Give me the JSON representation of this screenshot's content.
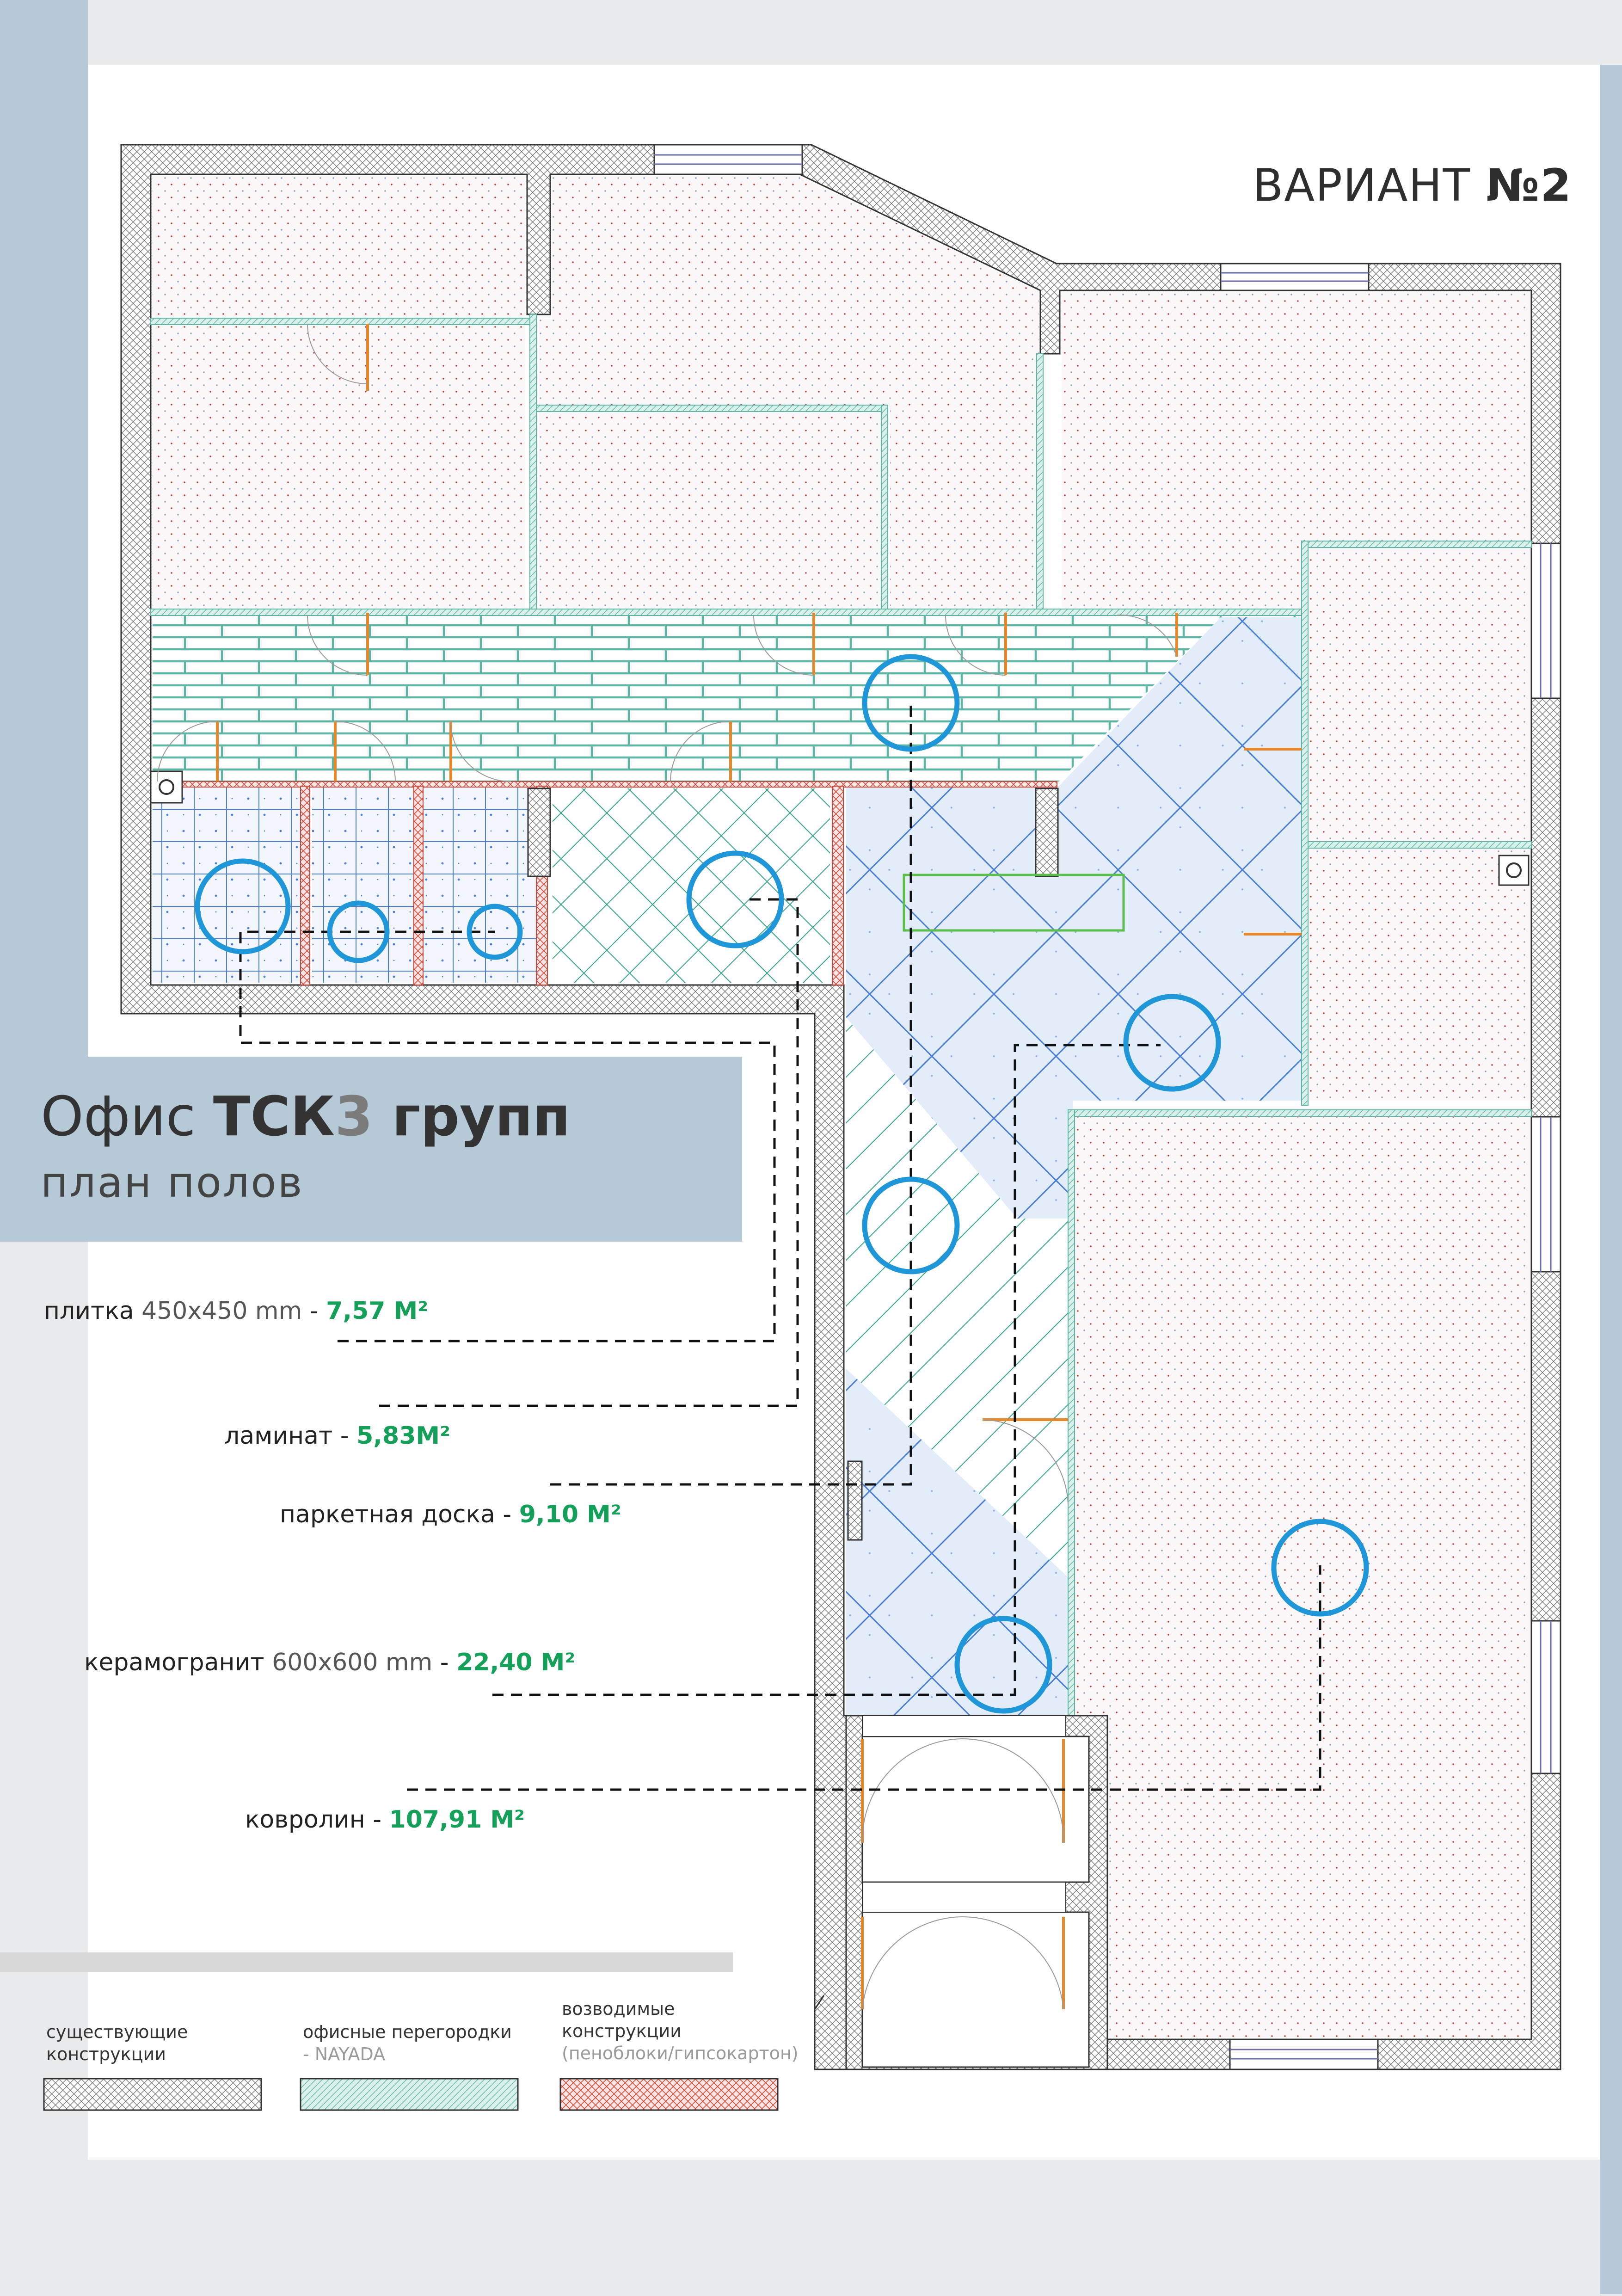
{
  "variant": {
    "prefix": "ВАРИАНТ ",
    "number": "№2"
  },
  "title": {
    "part1": "Офис ",
    "part2": "ТСК",
    "part3": "3",
    "part4": " групп"
  },
  "subtitle": "план полов",
  "areas": [
    {
      "name": "плитка ",
      "spec": "450х450 mm",
      "sep": " - ",
      "value": "7,57 М²",
      "color": "#15a05a"
    },
    {
      "name": "ламинат",
      "spec": "",
      "sep": " - ",
      "value": "5,83М²",
      "color": "#15a05a"
    },
    {
      "name": "паркетная доска",
      "spec": "",
      "sep": " - ",
      "value": "9,10 М²",
      "color": "#15a05a"
    },
    {
      "name": "керамогранит ",
      "spec": "600х600 mm",
      "sep": " - ",
      "value": "22,40 М²",
      "color": "#15a05a"
    },
    {
      "name": "ковролин ",
      "spec": "",
      "sep": " - ",
      "value": "107,91 М²",
      "color": "#15a05a"
    }
  ],
  "legend": [
    {
      "line1": "существующие",
      "line2": "конструкции",
      "line3": "",
      "sub": "",
      "swatch_color": "#555555"
    },
    {
      "line1": "офисные перегородки",
      "line2": "",
      "line3": "",
      "sub": "- NAYADA",
      "swatch_color": "#8fd1c5"
    },
    {
      "line1": "возводимые",
      "line2": "конструкции",
      "line3": "",
      "sub": "(пеноблоки/гипсокартон)",
      "swatch_color": "#d0453a"
    }
  ],
  "colors": {
    "accent_blue": "#b5c9d6",
    "marker": "#1e96d8",
    "value_green": "#15a05a",
    "partition": "#5fb5a5",
    "new_wall": "#d0453a",
    "door": "#e6872a",
    "carpet_dot": "#c0392b",
    "tile_blue": "#4a7fd4"
  }
}
